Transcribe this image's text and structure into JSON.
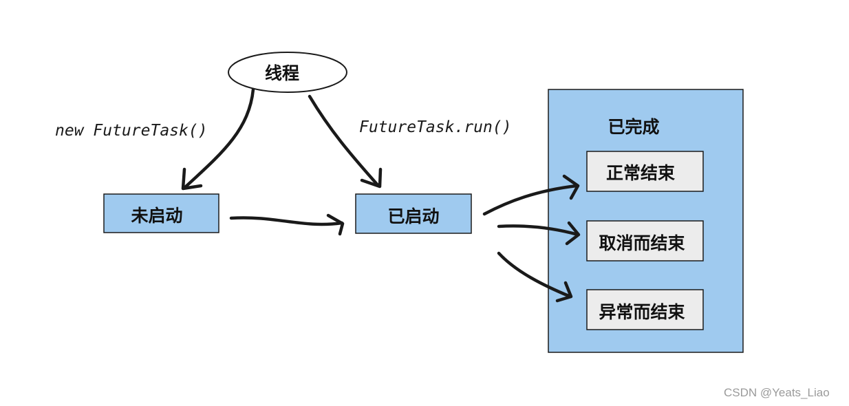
{
  "nodes": {
    "thread": "线程",
    "not_started": "未启动",
    "started": "已启动",
    "completed": "已完成",
    "normal_end": "正常结束",
    "cancelled_end": "取消而结束",
    "exception_end": "异常而结束"
  },
  "edges": {
    "new_task": "new FutureTask()",
    "run_task": "FutureTask.run()"
  },
  "watermark": "CSDN @Yeats_Liao",
  "colors": {
    "state_fill": "#9fcaef",
    "substate_fill": "#ececec",
    "stroke": "#1a1a1a"
  }
}
